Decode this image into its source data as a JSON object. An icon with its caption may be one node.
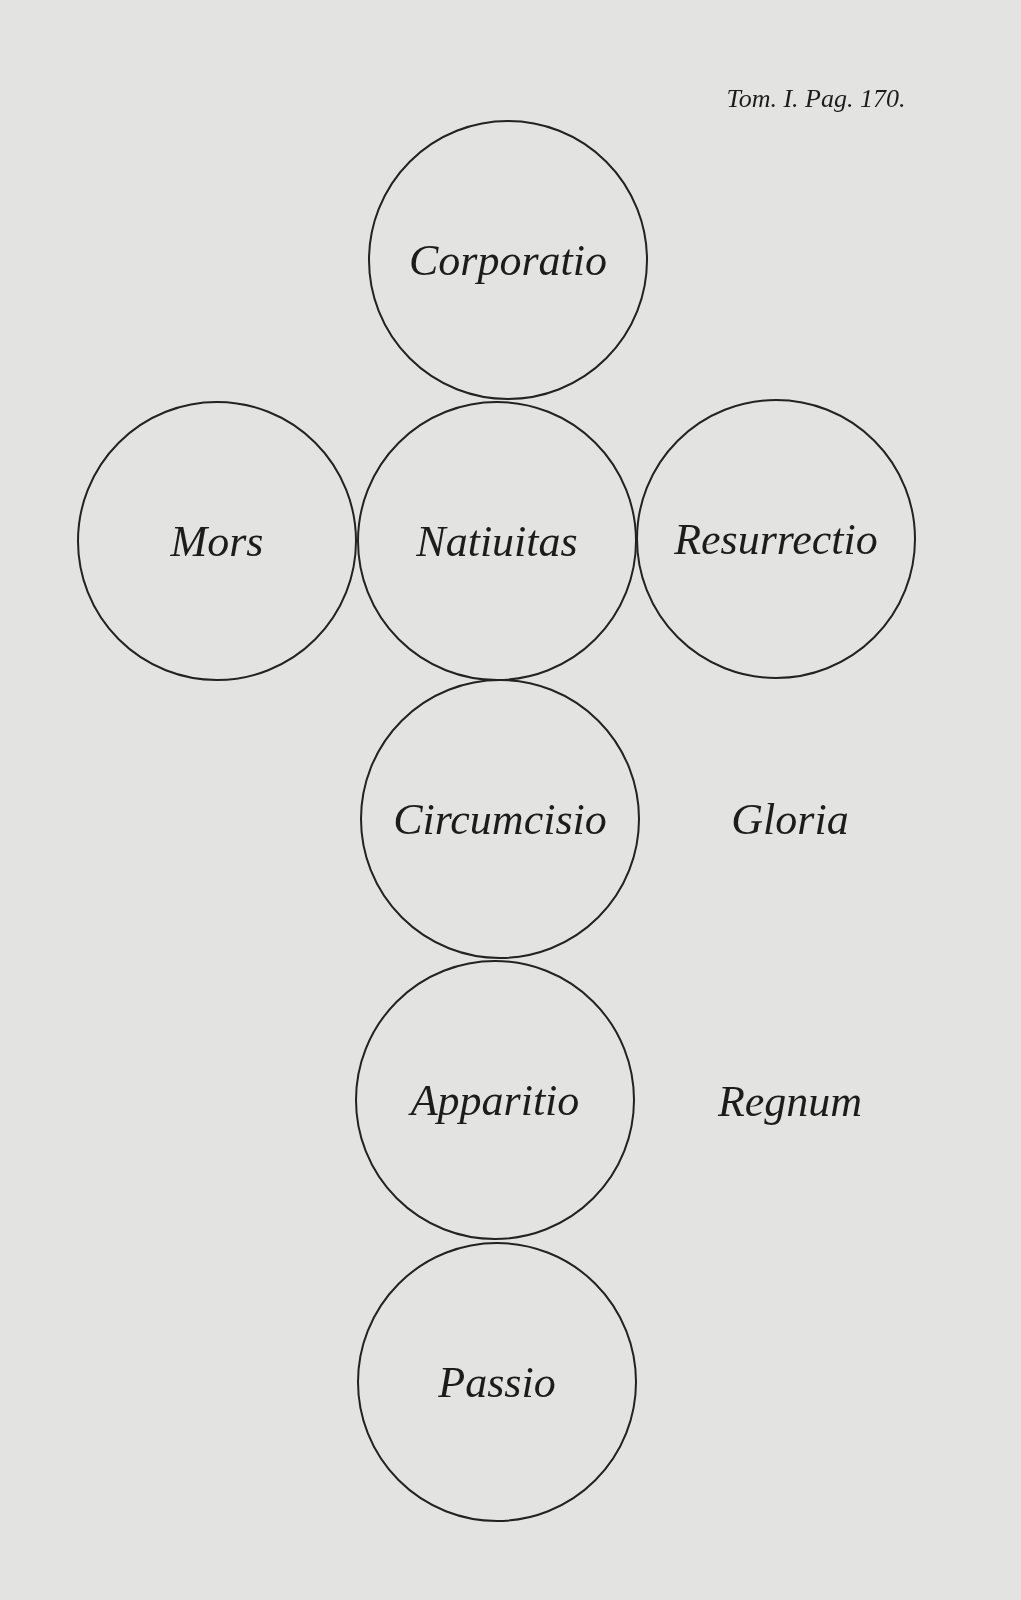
{
  "diagram": {
    "nodes": [
      {
        "text": [
          "Corporatio"
        ]
      },
      {
        "text": [
          "Mors"
        ]
      },
      {
        "text": [
          "Natiuitas"
        ]
      },
      {
        "text": [
          "Resurrectio"
        ]
      },
      {
        "text": [
          "Circumcisio"
        ]
      },
      {
        "text": [
          "Apparitio"
        ]
      },
      {
        "text": [
          "Passio"
        ]
      }
    ],
    "edges": [],
    "labels": [
      "Tom. I. Pag. 170.",
      "Gloria",
      "Regnum"
    ]
  }
}
